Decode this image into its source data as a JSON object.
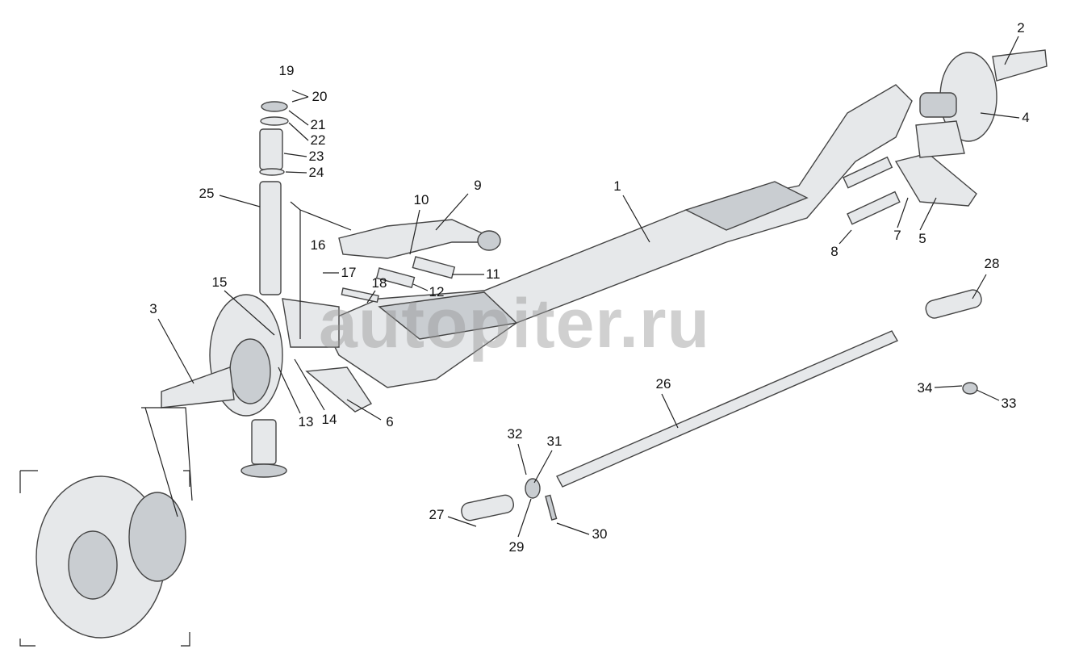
{
  "diagram": {
    "watermark": "autopiter.ru",
    "labels": [
      "1",
      "2",
      "3",
      "4",
      "5",
      "6",
      "7",
      "8",
      "9",
      "10",
      "11",
      "12",
      "13",
      "14",
      "15",
      "16",
      "17",
      "18",
      "19",
      "20",
      "21",
      "22",
      "23",
      "24",
      "25",
      "26",
      "27",
      "28",
      "29",
      "30",
      "31",
      "32",
      "33",
      "34"
    ]
  }
}
